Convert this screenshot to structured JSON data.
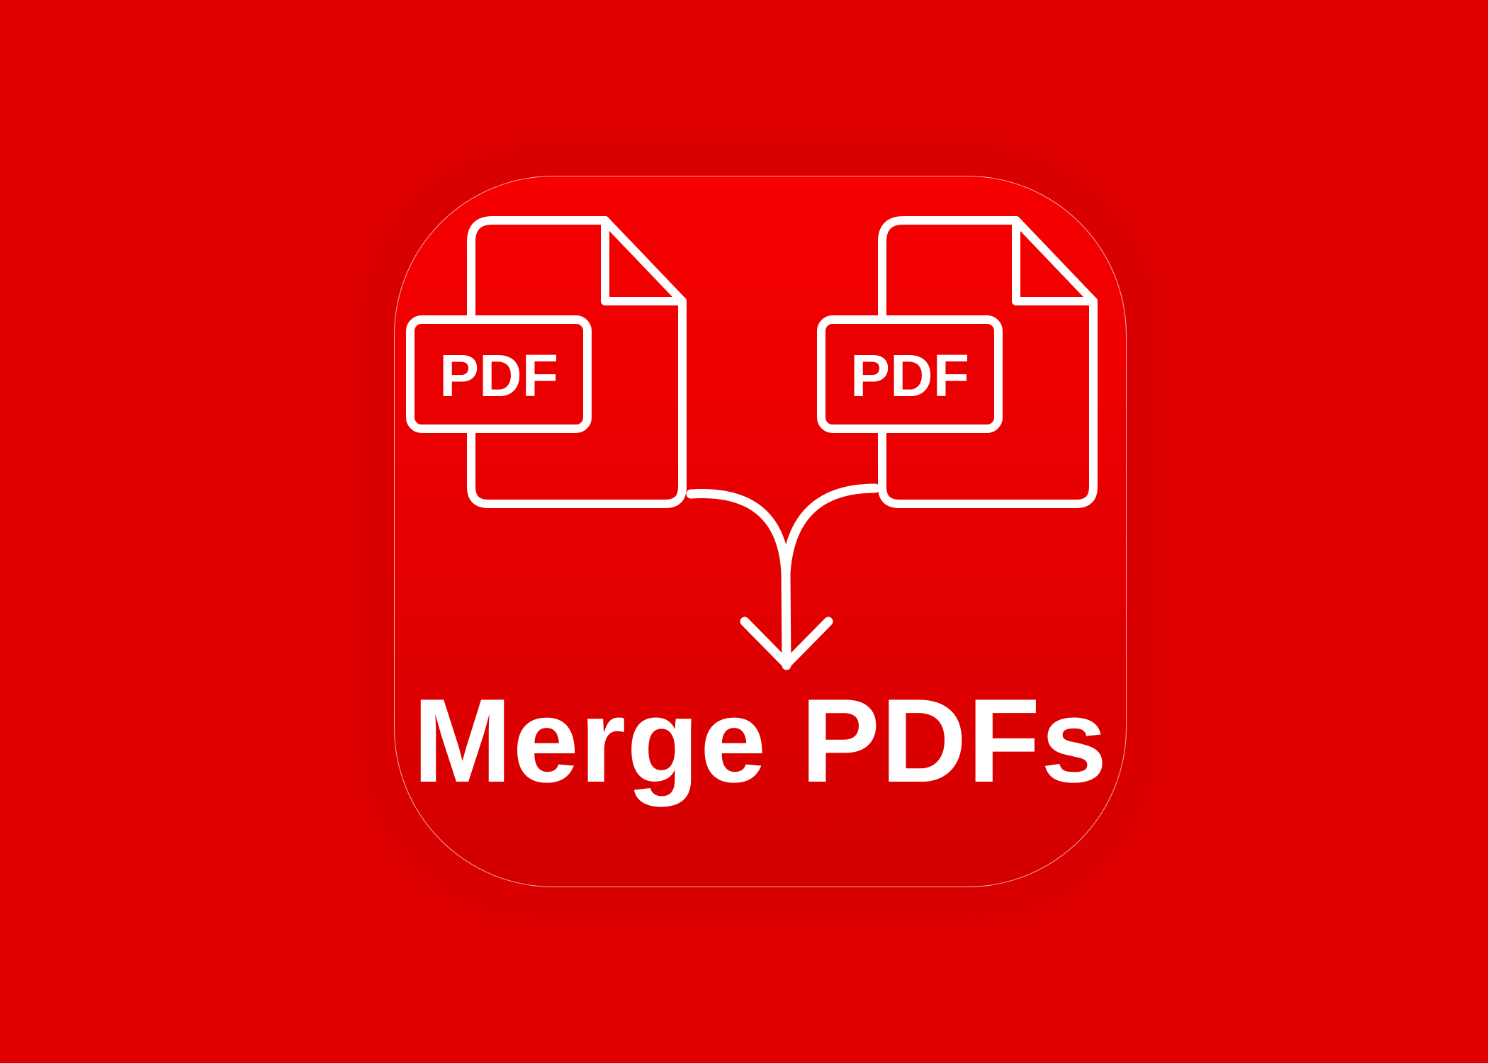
{
  "app_icon": {
    "name": "Merge PDFs",
    "left_file": {
      "icon": "pdf-file-icon",
      "label": "PDF"
    },
    "right_file": {
      "icon": "pdf-file-icon",
      "label": "PDF"
    },
    "merge_arrow_icon": "merge-arrow-down-icon",
    "title": "Merge PDFs"
  },
  "colors": {
    "background": "#e10000",
    "icon_fill": "#ef0000",
    "foreground": "#ffffff"
  }
}
